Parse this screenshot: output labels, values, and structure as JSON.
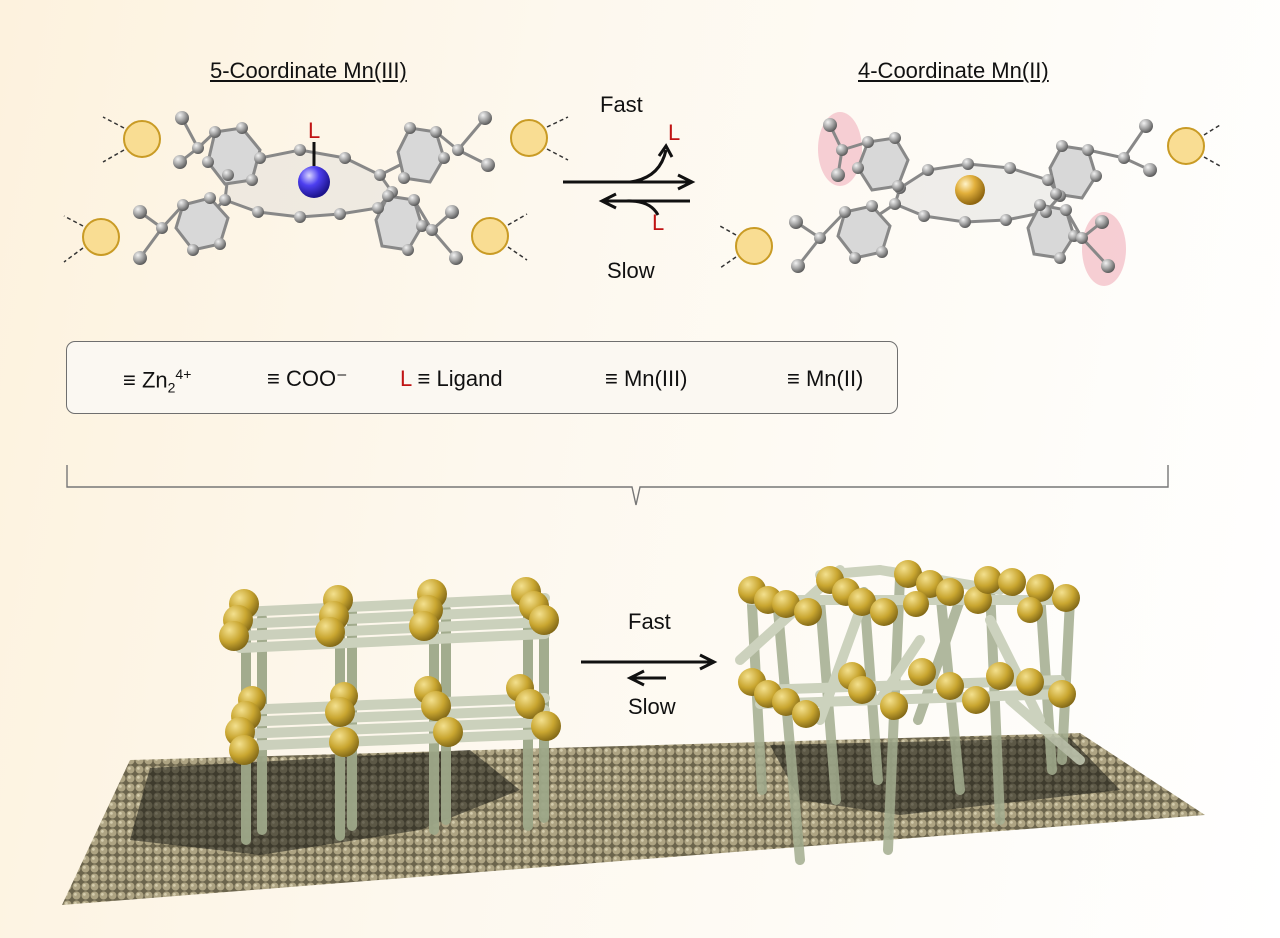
{
  "molecules": {
    "left_title": "5-Coordinate Mn(III)",
    "right_title": "4-Coordinate Mn(II)",
    "axial_ligand": "L"
  },
  "top_reaction": {
    "forward_label": "Fast",
    "reverse_label": "Slow",
    "ligand_out": "L",
    "ligand_in": "L"
  },
  "legend": {
    "zn": "≡ Zn",
    "zn_sub": "2",
    "zn_sup": "4+",
    "coo": "≡ COO⁻",
    "ligand_symbol": "L",
    "ligand_text": "≡ Ligand",
    "mn3": "≡ Mn(III)",
    "mn2": "≡ Mn(II)"
  },
  "bottom_reaction": {
    "forward_label": "Fast",
    "reverse_label": "Slow"
  },
  "colors": {
    "zn_fill": "#f9dd93",
    "zn_stroke": "#c99b25",
    "mn3": "#3a2ee6",
    "mn2": "#d9a62c",
    "coo_highlight": "#f5c6cc",
    "ligand": "#c01414",
    "atom": "#9a9a9a",
    "ring": "#d6d6d6",
    "cluster": "#c9a630",
    "rod": "#b9c2a4",
    "substrate": "#a09674"
  }
}
